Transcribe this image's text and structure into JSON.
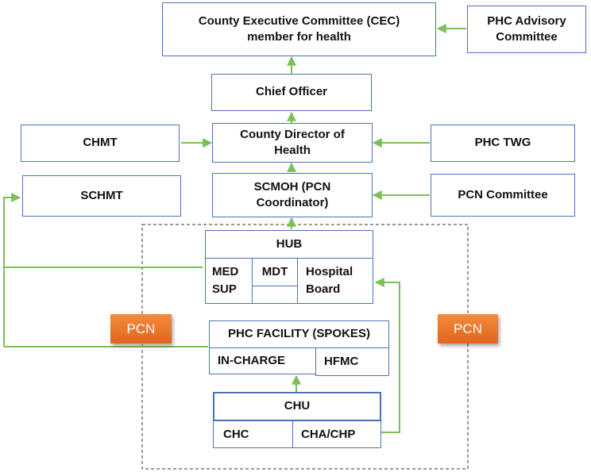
{
  "nodes": {
    "cec": "County Executive Committee (CEC)\nmember for health",
    "phc_advisory": "PHC Advisory\nCommittee",
    "chief_officer": "Chief Officer",
    "county_director": "County Director of\nHealth",
    "chmt": "CHMT",
    "phc_twg": "PHC TWG",
    "schmt": "SCHMT",
    "scmoh": "SCMOH (PCN\nCoordinator)",
    "pcn_committee": "PCN Committee",
    "hub": "HUB",
    "med_sup": "MED\nSUP",
    "mdt": "MDT",
    "hospital_board": "Hospital\nBoard",
    "phc_facility": "PHC FACILITY (SPOKES)",
    "in_charge": "IN-CHARGE",
    "hfmc": "HFMC",
    "chu": "CHU",
    "chc": "CHC",
    "cha_chp": "CHA/CHP"
  },
  "badges": {
    "pcn_left": "PCN",
    "pcn_right": "PCN"
  },
  "colors": {
    "box_border": "#4a72b8",
    "arrow": "#7cbf5a",
    "badge": "#ec7a2e"
  }
}
